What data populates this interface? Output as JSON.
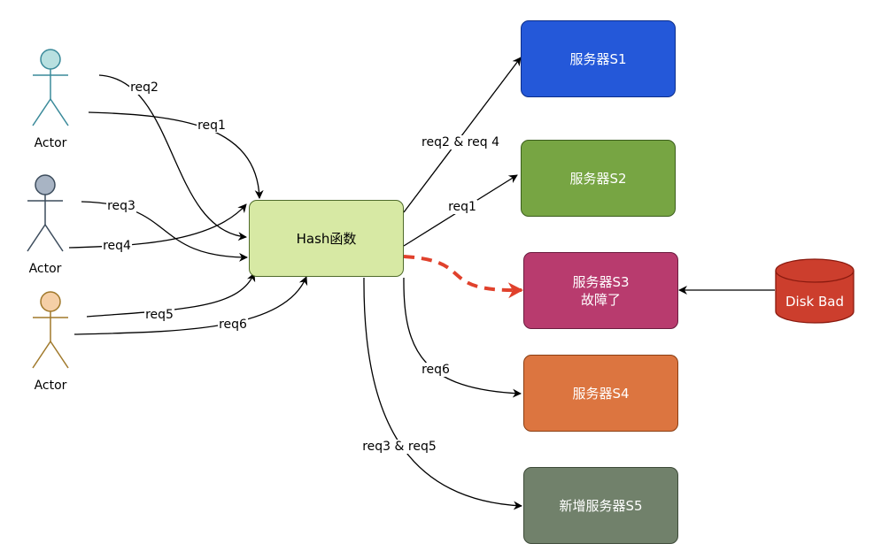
{
  "actors": [
    {
      "label": "Actor",
      "fill": "#b8e0e0",
      "stroke": "#3a8a9a"
    },
    {
      "label": "Actor",
      "fill": "#a8b4c4",
      "stroke": "#3c4c5c"
    },
    {
      "label": "Actor",
      "fill": "#f5cfa6",
      "stroke": "#a0782a"
    }
  ],
  "hash": {
    "label": "Hash函数",
    "fill": "#d7e9a4",
    "stroke": "#4f6b2a"
  },
  "servers": [
    {
      "label": "服务器S1",
      "fill": "#2458d9",
      "stroke": "#0c2e8a"
    },
    {
      "label": "服务器S2",
      "fill": "#77a543",
      "stroke": "#3b5e1c"
    },
    {
      "label": "服务器S3\n故障了",
      "fill": "#b83b6e",
      "stroke": "#6b1c3f"
    },
    {
      "label": "服务器S4",
      "fill": "#dc7540",
      "stroke": "#8a3e12"
    },
    {
      "label": "新增服务器S5",
      "fill": "#71816b",
      "stroke": "#3d4a38"
    }
  ],
  "disk": {
    "label": "Disk Bad",
    "fill": "#cc3e2d",
    "stroke": "#8a1a0f"
  },
  "edges": {
    "req1_in": "req1",
    "req2_in": "req2",
    "req3_in": "req3",
    "req4_in": "req4",
    "req5_in": "req5",
    "req6_in": "req6",
    "to_s1": "req2 & req 4",
    "to_s2": "req1",
    "to_s4": "req6",
    "to_s5": "req3 & req5"
  },
  "colors": {
    "failover": "#e0412c",
    "edge": "#000000"
  }
}
